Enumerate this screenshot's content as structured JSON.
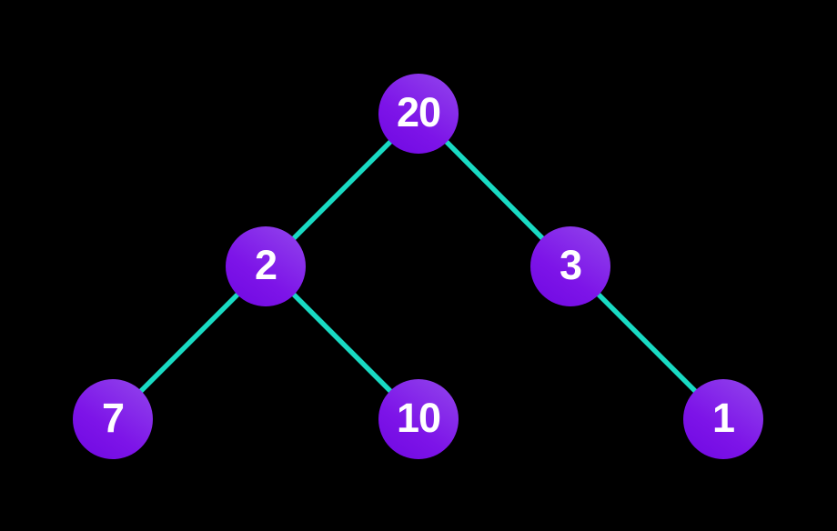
{
  "background_color": "#000000",
  "diagram": {
    "type": "binary-tree",
    "node_text_color": "#ffffff",
    "node_gradient_top": "#9246ec",
    "node_gradient_bottom": "#7008e2",
    "edge_color": "#19dac3",
    "nodes": [
      {
        "id": "root",
        "label": "20"
      },
      {
        "id": "l",
        "label": "2"
      },
      {
        "id": "r",
        "label": "3"
      },
      {
        "id": "ll",
        "label": "7"
      },
      {
        "id": "lr",
        "label": "10"
      },
      {
        "id": "rr",
        "label": "1"
      }
    ],
    "edges": [
      {
        "from": "20",
        "to": "2"
      },
      {
        "from": "20",
        "to": "3"
      },
      {
        "from": "2",
        "to": "7"
      },
      {
        "from": "2",
        "to": "10"
      },
      {
        "from": "3",
        "to": "1"
      }
    ]
  }
}
